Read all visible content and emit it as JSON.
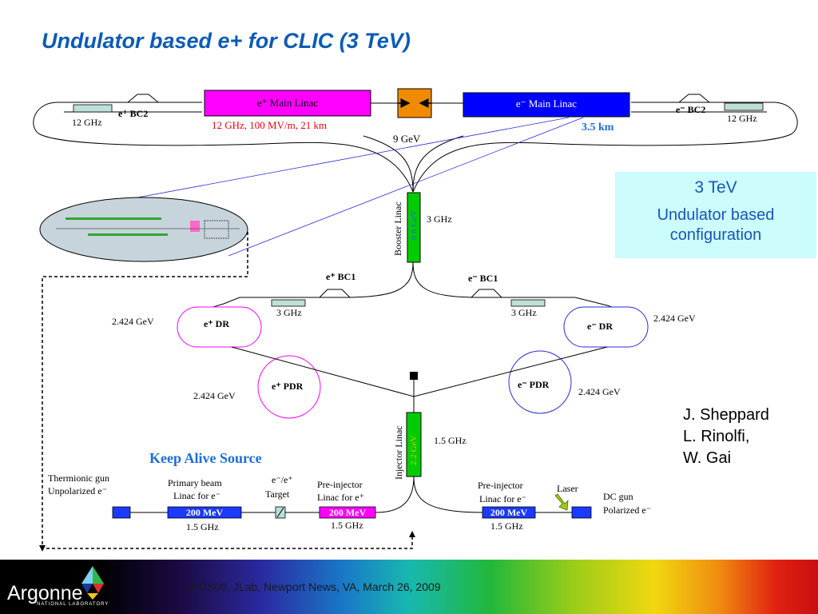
{
  "title": "Undulator based e+ for CLIC (3 TeV)",
  "info_box": {
    "title": "3 TeV",
    "subtitle_line1": "Undulator based",
    "subtitle_line2": "configuration"
  },
  "authors": [
    "J. Sheppard",
    "L. Rinolfi,",
    "W. Gai"
  ],
  "footer": {
    "text": "JPOS09, JLab, Newport News, VA,  March 26, 2009",
    "logo_text": "Argonne",
    "logo_subtext": "NATIONAL LABORATORY"
  },
  "diagram": {
    "positron_main_linac": "e⁺ Main Linac",
    "positron_main_linac_specs": "12 GHz, 100 MV/m, 21 km",
    "electron_main_linac": "e⁻ Main Linac",
    "electron_main_linac_length": "3.5 km",
    "positron_bc2": "e⁺ BC2",
    "electron_bc2": "e⁻ BC2",
    "bc2_left_freq": "12 GHz",
    "bc2_right_freq": "12 GHz",
    "energy_9gev": "9 GeV",
    "booster_linac": "Booster Linac",
    "booster_energy": "6.6 GeV",
    "booster_freq": "3 GHz",
    "positron_bc1": "e⁺ BC1",
    "electron_bc1": "e⁻ BC1",
    "bc1_left_freq": "3 GHz",
    "bc1_right_freq": "3 GHz",
    "positron_dr": "e⁺ DR",
    "electron_dr": "e⁻ DR",
    "positron_dr_energy": "2.424 GeV",
    "electron_dr_energy": "2.424 GeV",
    "positron_pdr": "e⁺ PDR",
    "electron_pdr": "e⁻ PDR",
    "positron_pdr_energy": "2.424 GeV",
    "electron_pdr_energy": "2.424 GeV",
    "injector_linac": "Injector Linac",
    "injector_energy": "2.2 GeV",
    "injector_freq": "1.5 GHz",
    "keep_alive_source": "Keep Alive Source",
    "thermionic_gun_line1": "Thermionic gun",
    "thermionic_gun_line2": "Unpolarized e⁻",
    "primary_beam_line1": "Primary beam",
    "primary_beam_line2": "Linac for e⁻",
    "primary_beam_energy": "200 MeV",
    "primary_beam_freq": "1.5 GHz",
    "target_line1": "e⁻/e⁺",
    "target_line2": "Target",
    "pre_injector_positron_line1": "Pre-injector",
    "pre_injector_positron_line2": "Linac for e⁺",
    "pre_injector_positron_energy": "200 MeV",
    "pre_injector_positron_freq": "1.5 GHz",
    "pre_injector_electron_line1": "Pre-injector",
    "pre_injector_electron_line2": "Linac for e⁻",
    "pre_injector_electron_energy": "200 MeV",
    "pre_injector_electron_freq": "1.5 GHz",
    "laser": "Laser",
    "dc_gun_line1": "DC gun",
    "dc_gun_line2": "Polarized e⁻"
  },
  "colors": {
    "title": "#0b5bb4",
    "positron_linac": "#ff00ff",
    "electron_linac": "#0000ff",
    "interaction_point": "#f08a00",
    "booster": "#00cc00",
    "info_box_bg": "#ccfcfc",
    "keep_alive": "#1d6ed8"
  }
}
